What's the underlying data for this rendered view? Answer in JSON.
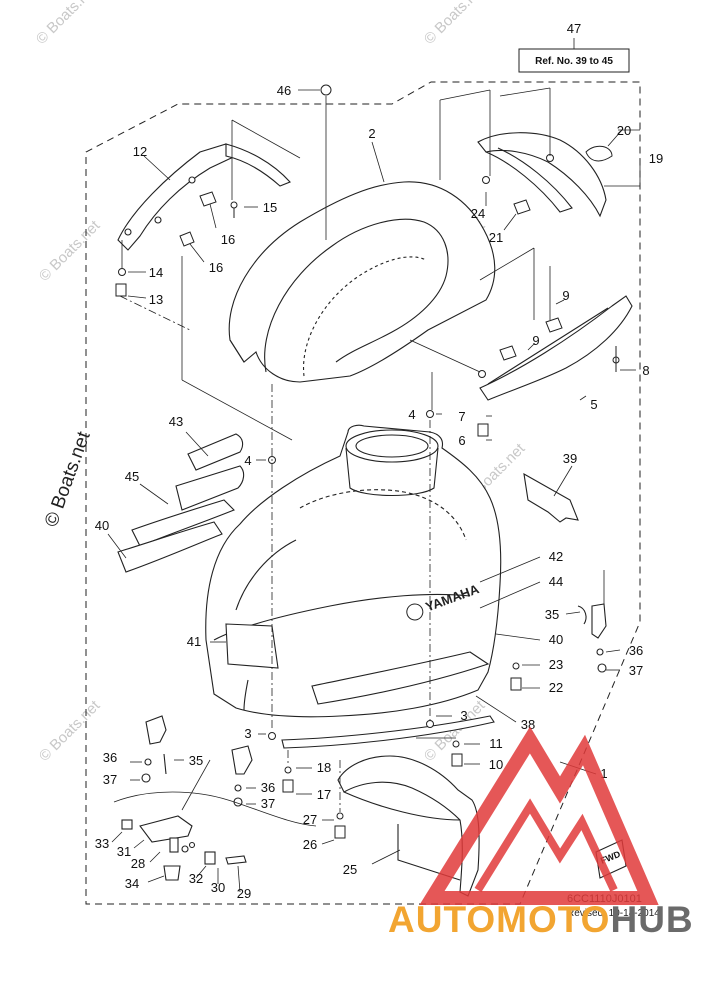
{
  "watermarks": {
    "copyright": "© Boats.net",
    "faint": "© Boats.net"
  },
  "reference": {
    "label": "Ref. No. 39 to 45"
  },
  "footer": {
    "code": "6CC1110J0101",
    "revised": "Revised: 10-14-2014"
  },
  "fwd_label": "FWD",
  "brand_decal": "YAMAHA",
  "site_logo": {
    "part1": "AUTOMOTO",
    "part2": "HUB",
    "colors": {
      "part1": "#f2a531",
      "part2": "#6a6a6a",
      "mark": "#e03a3a"
    }
  },
  "parts": {
    "p1": "1",
    "p2": "2",
    "p3a": "3",
    "p3b": "3",
    "p4a": "4",
    "p4b": "4",
    "p5": "5",
    "p6": "6",
    "p7": "7",
    "p8": "8",
    "p9a": "9",
    "p9b": "9",
    "p10": "10",
    "p11": "11",
    "p12": "12",
    "p13": "13",
    "p14": "14",
    "p15": "15",
    "p16a": "16",
    "p16b": "16",
    "p17": "17",
    "p18": "18",
    "p19": "19",
    "p20": "20",
    "p21": "21",
    "p22": "22",
    "p23": "23",
    "p24": "24",
    "p25": "25",
    "p26": "26",
    "p27": "27",
    "p28": "28",
    "p29": "29",
    "p30": "30",
    "p31": "31",
    "p32": "32",
    "p33": "33",
    "p34": "34",
    "p35a": "35",
    "p35b": "35",
    "p36a": "36",
    "p36b": "36",
    "p36c": "36",
    "p37a": "37",
    "p37b": "37",
    "p37c": "37",
    "p38": "38",
    "p39": "39",
    "p40a": "40",
    "p40b": "40",
    "p41": "41",
    "p42": "42",
    "p43": "43",
    "p44": "44",
    "p45": "45",
    "p46": "46",
    "p47": "47"
  }
}
